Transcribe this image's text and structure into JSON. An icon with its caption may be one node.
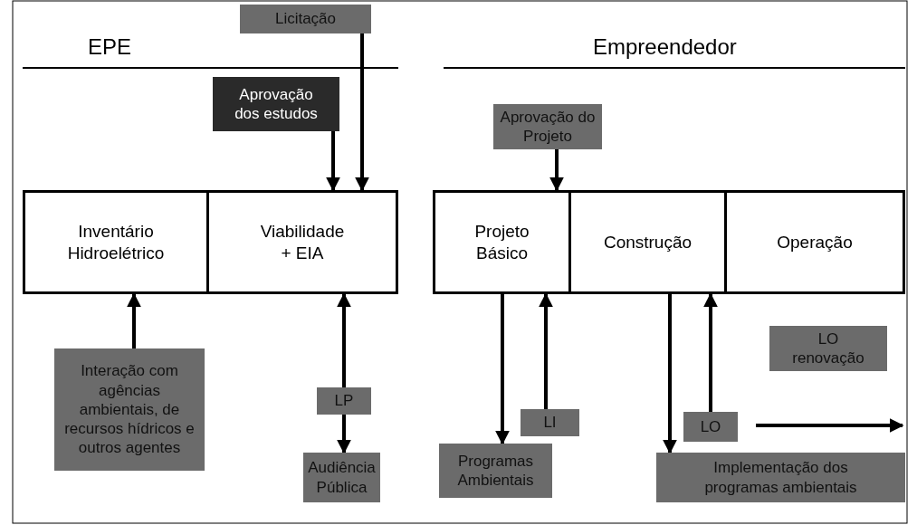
{
  "diagram": {
    "nodes": [
      {
        "text": [
          "Licitação"
        ]
      },
      {
        "text": [
          "Aprovação dos estudos"
        ]
      },
      {
        "text": [
          "Inventário Hidroelétrico"
        ]
      },
      {
        "text": [
          "Viabilidade + EIA"
        ]
      },
      {
        "text": [
          "Aprovação do Projeto"
        ]
      },
      {
        "text": [
          "Projeto Básico"
        ]
      },
      {
        "text": [
          "Construção"
        ]
      },
      {
        "text": [
          "Operação"
        ]
      },
      {
        "text": [
          "Interação com agências ambientais, de recursos hídricos e outros agentes"
        ]
      },
      {
        "text": [
          "LP"
        ]
      },
      {
        "text": [
          "LO renovação"
        ]
      },
      {
        "text": [
          "LI"
        ]
      },
      {
        "text": [
          "LO"
        ]
      },
      {
        "text": [
          "Audiência Pública"
        ]
      },
      {
        "text": [
          "Programas Ambientais"
        ]
      },
      {
        "text": [
          "Implementação dos programas ambientais"
        ]
      }
    ],
    "edges": [
      {
        "from": 0,
        "to": 3,
        "arrow": "to"
      },
      {
        "from": 1,
        "to": 3,
        "arrow": "to"
      },
      {
        "from": 4,
        "to": 5,
        "arrow": "to"
      },
      {
        "from": 8,
        "to": 2,
        "arrow": "to"
      },
      {
        "from": 9,
        "to": 3,
        "arrow": "to"
      },
      {
        "from": 9,
        "to": 13,
        "arrow": "to"
      },
      {
        "from": 5,
        "to": 14,
        "arrow": "to"
      },
      {
        "from": 11,
        "to": 5,
        "arrow": "to"
      },
      {
        "from": 6,
        "to": 15,
        "arrow": "to"
      },
      {
        "from": 12,
        "to": 6,
        "arrow": "to"
      }
    ],
    "labels": [
      "EPE",
      "Empreendedor"
    ]
  }
}
